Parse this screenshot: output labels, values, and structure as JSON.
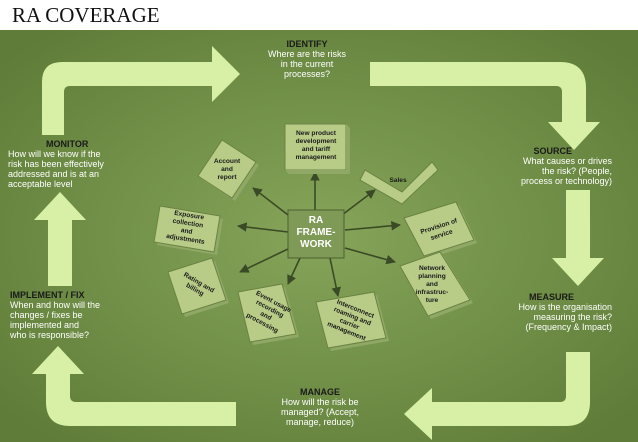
{
  "heading": "RA COVERAGE",
  "colors": {
    "background": "#6f8f44",
    "cycle_arrow": "#d8f0a6",
    "box_face": "#b8cc88",
    "box_face_dark": "#8fa865",
    "spoke": "#3b4a26",
    "text_dark": "#1a1a1a",
    "text_light": "#ffffff"
  },
  "center": {
    "line1": "RA",
    "line2": "FRAME-",
    "line3": "WORK"
  },
  "stages": {
    "identify": {
      "title": "IDENTIFY",
      "lines": [
        "Where are the risks",
        "in the current",
        "processes?"
      ]
    },
    "source": {
      "title": "SOURCE",
      "lines": [
        "What causes or drives",
        "the risk? (People,",
        "process or technology)"
      ]
    },
    "measure": {
      "title": "MEASURE",
      "lines": [
        "How is the organisation",
        "measuring the risk?",
        "(Frequency & Impact)"
      ]
    },
    "manage": {
      "title": "MANAGE",
      "lines": [
        "How will the risk be",
        "managed? (Accept,",
        "manage, reduce)"
      ]
    },
    "implement": {
      "title": "IMPLEMENT / FIX",
      "lines": [
        "When and how will the",
        "changes / fixes be",
        "implemented and",
        "who is responsible?"
      ]
    },
    "monitor": {
      "title": "MONITOR",
      "lines": [
        "How will we know if the",
        "risk has been effectively",
        "addressed and is at an",
        "acceptable level"
      ]
    }
  },
  "areas": {
    "new_product": [
      "New product",
      "development",
      "and tariff",
      "management"
    ],
    "account": [
      "Account",
      "and",
      "report"
    ],
    "sales": [
      "Sales"
    ],
    "exposure": [
      "Exposure",
      "collection",
      "and",
      "adjustments"
    ],
    "provision": [
      "Provision of",
      "service"
    ],
    "rating": [
      "Rating and",
      "billing"
    ],
    "network": [
      "Network",
      "planning",
      "and",
      "infrastruc-",
      "ture"
    ],
    "event": [
      "Event usage",
      "recording",
      "and",
      "processing"
    ],
    "interconnect": [
      "Interconnect",
      "roaming and",
      "carrier",
      "management"
    ]
  }
}
